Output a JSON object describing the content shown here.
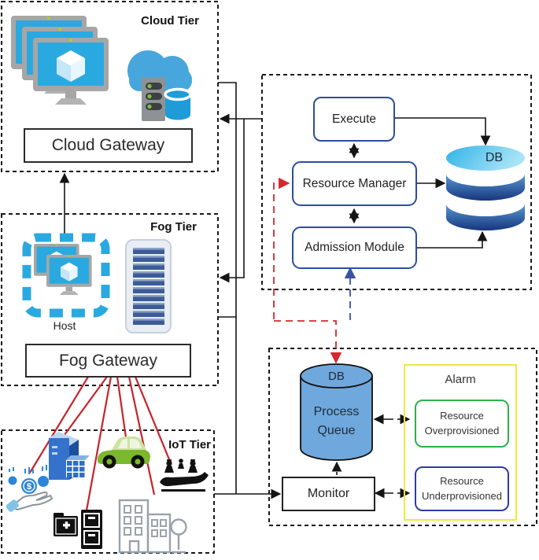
{
  "diagram": {
    "cloud_tier": {
      "title": "Cloud Tier",
      "gateway_label": "Cloud Gateway"
    },
    "fog_tier": {
      "title": "Fog Tier",
      "host_label": "Host",
      "gateway_label": "Fog Gateway"
    },
    "iot_tier": {
      "title": "IoT Tier"
    },
    "manager": {
      "execute_label": "Execute",
      "resource_manager_label": "Resource Manager",
      "admission_module_label": "Admission Module",
      "db_label": "DB"
    },
    "monitoring": {
      "queue_db_label": "DB",
      "process_queue_line1": "Process",
      "process_queue_line2": "Queue",
      "monitor_label": "Monitor",
      "alarm_title": "Alarm",
      "overprovisioned_line1": "Resource",
      "overprovisioned_line2": "Overprovisioned",
      "underprovisioned_line1": "Resource",
      "underprovisioned_line2": "Underprovisioned"
    },
    "icons": {
      "dollar_glyph": "$",
      "names": [
        "vm-monitors-icon",
        "cloud-server-db-icon",
        "host-icon",
        "server-rack-icon",
        "smart-building-icon",
        "finance-coins-hand-icon",
        "health-records-icon",
        "car-icon",
        "city-buildings-icon",
        "people-hand-icon",
        "database-icon",
        "process-queue-cylinder-icon"
      ]
    },
    "colors": {
      "red_dashed": "#d6272e",
      "red_links": "#c5242b",
      "blue_dashed": "#3a53a4",
      "module_border": "#2b4ea0",
      "alarm_border": "#efe93d",
      "overprovisioned_border": "#2eb04a",
      "underprovisioned_border": "#2f3ca0",
      "queue_fill": "#6fa8dc",
      "host_accent": "#2aa9e0"
    }
  }
}
